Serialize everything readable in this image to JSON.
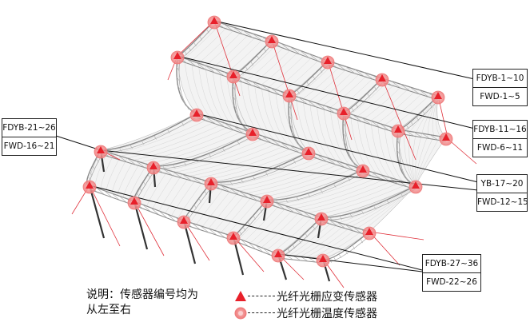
{
  "labels": [
    {
      "id": "top-right",
      "lines": [
        "FDYB-1~10",
        "FWD-1~5"
      ]
    },
    {
      "id": "mid-right-upper",
      "lines": [
        "FDYB-11~16",
        "FWD-6~11"
      ]
    },
    {
      "id": "left",
      "lines": [
        "FDYB-21~26",
        "FWD-16~21"
      ]
    },
    {
      "id": "mid-right-lower",
      "lines": [
        "YB-17~20",
        "FWD-12~15"
      ]
    },
    {
      "id": "bottom-right",
      "lines": [
        "FDYB-27~36",
        "FWD-22~26"
      ]
    }
  ],
  "legend": {
    "note_line1": "说明：传感器编号均为",
    "note_line2": "从左至右",
    "strain_sensor": "光纤光栅应变传感器",
    "temp_sensor": "光纤光栅温度传感器"
  },
  "colors": {
    "sensor_red": "#e8202a",
    "sensor_pink": "#f4a3a3",
    "cable_red": "#e0303a",
    "truss": "#8a8a8a",
    "membrane": "#bdbdbd",
    "leader": "#111111"
  }
}
